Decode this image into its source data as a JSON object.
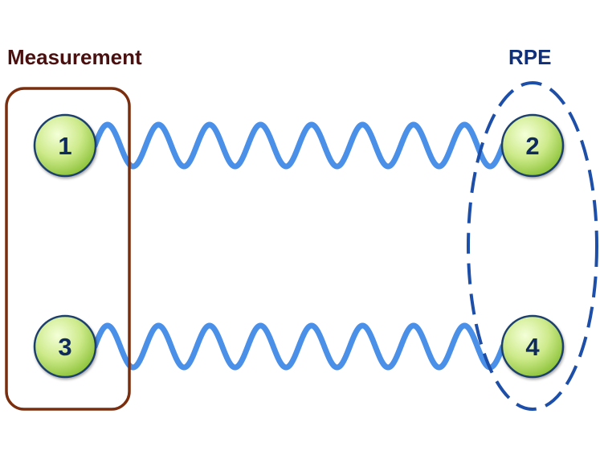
{
  "labels": {
    "measurement": "Measurement",
    "rpe": "RPE"
  },
  "nodes": [
    {
      "id": "1",
      "label": "1"
    },
    {
      "id": "2",
      "label": "2"
    },
    {
      "id": "3",
      "label": "3"
    },
    {
      "id": "4",
      "label": "4"
    }
  ],
  "links": [
    {
      "from": "1",
      "to": "2",
      "style": "wavy"
    },
    {
      "from": "3",
      "to": "4",
      "style": "wavy"
    }
  ],
  "groups": [
    {
      "label": "Measurement",
      "members": [
        "1",
        "3"
      ],
      "shape": "rounded-rectangle"
    },
    {
      "label": "RPE",
      "members": [
        "2",
        "4"
      ],
      "shape": "dashed-ellipse"
    }
  ],
  "colors": {
    "measurement": "#4a1010",
    "measurement_box": "#7a2e0e",
    "rpe": "#0f2f7a",
    "rpe_ellipse": "#1e4fa8",
    "spring": "#4a8fe8",
    "node_fill_light": "#f4ffd8",
    "node_fill_dark": "#9fd24a",
    "node_stroke": "#1f3f6e",
    "node_text": "#0f2a5c"
  }
}
